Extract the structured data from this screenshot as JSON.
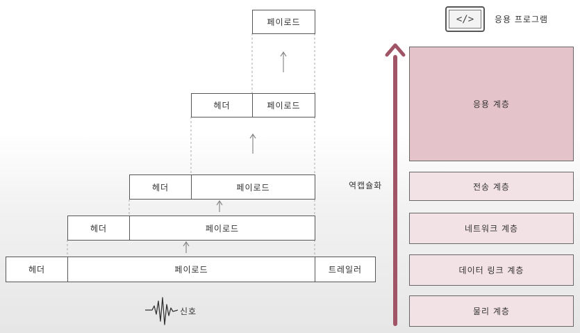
{
  "app_program": {
    "icon": "code-icon",
    "icon_text": "</>",
    "label": "응용 프로그램"
  },
  "layers": [
    {
      "id": "application",
      "label": "응용 계층"
    },
    {
      "id": "transport",
      "label": "전송 계층"
    },
    {
      "id": "network",
      "label": "네트워크 계층"
    },
    {
      "id": "datalink",
      "label": "데이터 링크 계층"
    },
    {
      "id": "physical",
      "label": "물리 계층"
    }
  ],
  "stack": {
    "top": {
      "payload": "페이로드"
    },
    "application": {
      "header": "헤더",
      "payload": "페이로드"
    },
    "transport": {
      "header": "헤더",
      "payload": "페이로드"
    },
    "network": {
      "header": "헤더",
      "payload": "페이로드"
    },
    "datalink": {
      "header": "헤더",
      "payload": "페이로드",
      "trailer": "트레일러"
    }
  },
  "direction_label": "역캡슐화",
  "signal": {
    "icon": "signal-wave-icon",
    "label": "신호"
  },
  "colors": {
    "arrow": "#a05566",
    "application_layer": "#e5c3cb",
    "lower_layers": "#f2e1e5"
  }
}
